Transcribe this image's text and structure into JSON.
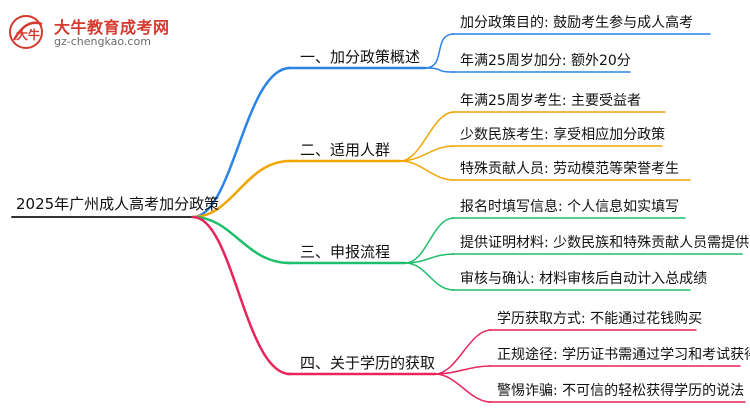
{
  "logo": {
    "name": "大牛教育成考网",
    "url": "gz-chengkao.com",
    "mark_text": "大牛"
  },
  "root": {
    "label": "2025年广州成人高考加分政策",
    "color": "#333333"
  },
  "branches": [
    {
      "label": "一、加分政策概述",
      "color": "#2a84e6",
      "children": [
        "加分政策目的: 鼓励考生参与成人高考",
        "年满25周岁加分: 额外20分"
      ]
    },
    {
      "label": "二、适用人群",
      "color": "#f0a500",
      "children": [
        "年满25周岁考生: 主要受益者",
        "少数民族考生: 享受相应加分政策",
        "特殊贡献人员: 劳动模范等荣誉考生"
      ]
    },
    {
      "label": "三、申报流程",
      "color": "#1ebf6b",
      "children": [
        "报名时填写信息: 个人信息如实填写",
        "提供证明材料: 少数民族和特殊贡献人员需提供",
        "审核与确认: 材料审核后自动计入总成绩"
      ]
    },
    {
      "label": "四、关于学历的获取",
      "color": "#e8245c",
      "children": [
        "学历获取方式: 不能通过花钱购买",
        "正规途径: 学历证书需通过学习和考试获得",
        "警惕诈骗: 不可信的轻松获得学历的说法"
      ]
    }
  ]
}
